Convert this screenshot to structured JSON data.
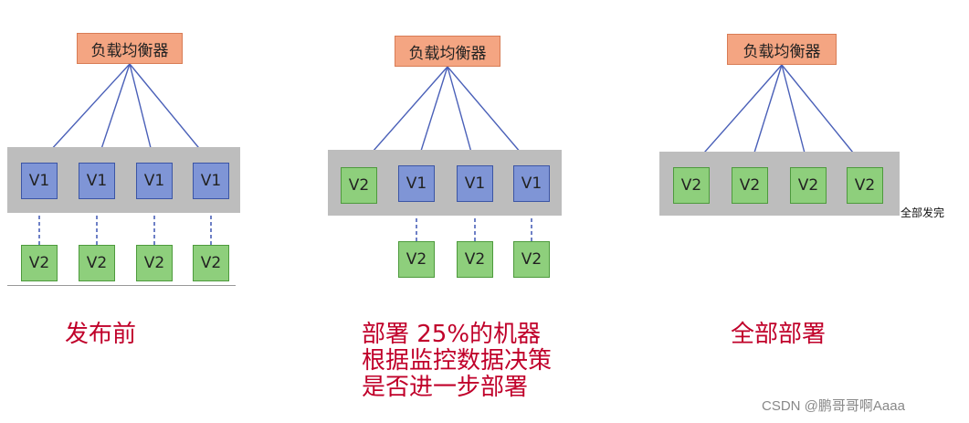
{
  "colors": {
    "load_balancer": "#f4a582",
    "v1": "#7f95d6",
    "v2": "#8ecf7c",
    "band": "#bdbdbd",
    "arrow": "#4a60b8",
    "caption": "#c0002a"
  },
  "panels": [
    {
      "load_balancer": "负载均衡器",
      "row_nodes": [
        "V1",
        "V1",
        "V1",
        "V1"
      ],
      "bottom_nodes": [
        "V2",
        "V2",
        "V2",
        "V2"
      ],
      "caption_lines": [
        "发布前"
      ]
    },
    {
      "load_balancer": "负载均衡器",
      "row_nodes": [
        "V2",
        "V1",
        "V1",
        "V1"
      ],
      "bottom_nodes": [
        "V2",
        "V2",
        "V2"
      ],
      "caption_lines": [
        "部署 25%的机器",
        "根据监控数据决策",
        "是否进一步部署"
      ]
    },
    {
      "load_balancer": "负载均衡器",
      "row_nodes": [
        "V2",
        "V2",
        "V2",
        "V2"
      ],
      "bottom_nodes": [],
      "note": "全部发完",
      "caption_lines": [
        "全部部署"
      ]
    }
  ],
  "watermark": "CSDN @鹏哥哥啊Aaaa"
}
